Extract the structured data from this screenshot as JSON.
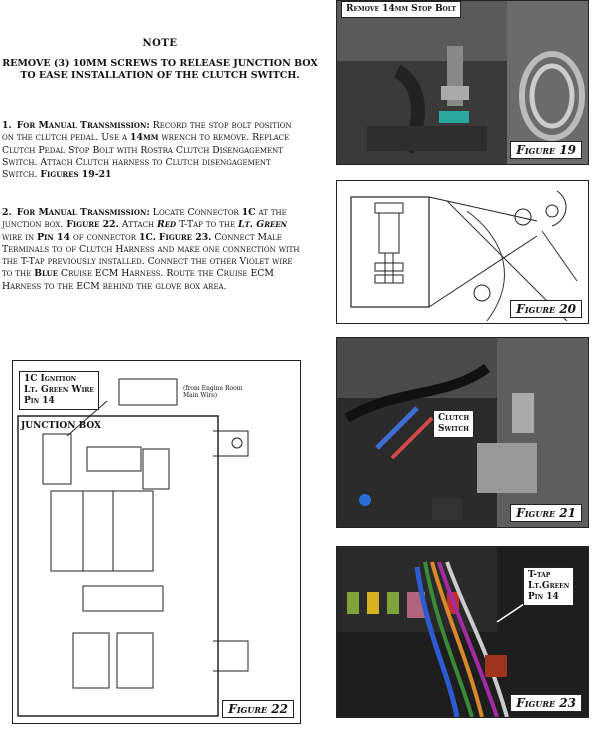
{
  "note": {
    "title": "NOTE",
    "body": "REMOVE (3) 10MM SCREWS TO RELEASE JUNCTION BOX TO EASE INSTALLATION OF THE CLUTCH SWITCH."
  },
  "step1": {
    "num": "1.",
    "lead": "For Manual Transmission:",
    "text_a": " Record the stop bolt position on the clutch pedal. Use a ",
    "bold": "14mm",
    "text_b": " wrench to remove. Replace Clutch Pedal Stop Bolt with Rostra Clutch Disengagement Switch. Attach Clutch harness to Clutch disengagement Switch. ",
    "figs": "Figures 19-21"
  },
  "step2": {
    "num": "2.",
    "lead": "For Manual Transmission:",
    "t1": " Locate Connector ",
    "c1": "1C",
    "t2": " at the junction box. ",
    "f22": "Figure 22.",
    "t3": " Attach ",
    "red": "Red",
    "t4": " T-Tap to the ",
    "green": "Lt. Green",
    "t5": " wire in ",
    "pin": "Pin 14",
    "t6": " of connector ",
    "c2": "1C.",
    "f23": "Figure 23.",
    "t7": " Connect Male Terminals to of Clutch Harness and make one connection with the T-Tap previously installed. Connect the other Violet wire to the ",
    "blue": "Blue",
    "t8": " Cruise ECM Harness. Route the Cruise ECM Harness to the ECM behind the glove box area."
  },
  "figures": {
    "fig19": {
      "label": "Remove 14mm Stop Bolt",
      "caption": "Figure 19"
    },
    "fig20": {
      "caption": "Figure 20"
    },
    "fig21": {
      "label_line1": "Clutch",
      "label_line2": "Switch",
      "caption": "Figure 21"
    },
    "fig22": {
      "label_line1": "1C Ignition",
      "label_line2": "Lt. Green Wire",
      "label_line3": "Pin 14",
      "junction_title": "JUNCTION BOX",
      "engine_room_note": "(from Engine Room Main Wire)",
      "caption": "Figure 22"
    },
    "fig23": {
      "label_line1": "T-tap",
      "label_line2": "Lt.Green",
      "label_line3": "Pin 14",
      "caption": "Figure 23"
    }
  }
}
